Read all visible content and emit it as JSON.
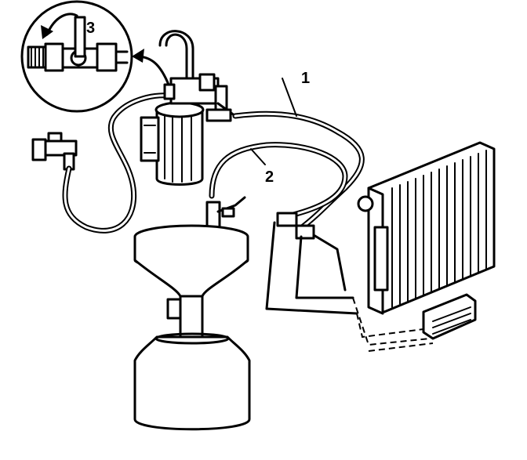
{
  "callouts": {
    "label_1": "1",
    "label_2": "2",
    "label_3": "3"
  }
}
